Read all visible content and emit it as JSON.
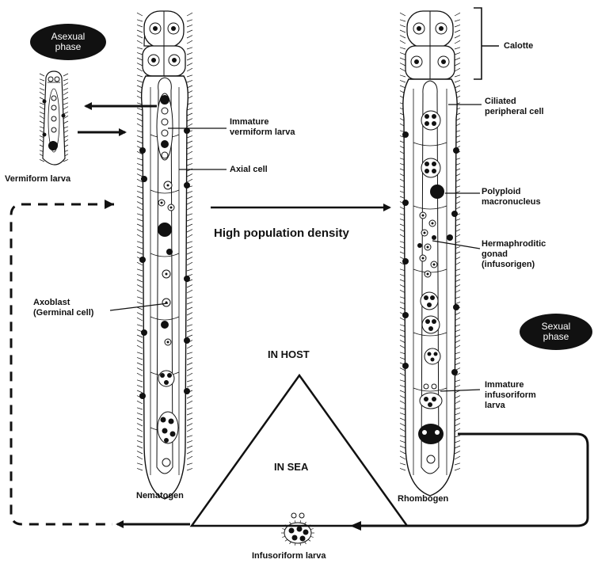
{
  "phase_badges": {
    "asexual_line1": "Asexual",
    "asexual_line2": "phase",
    "sexual_line1": "Sexual",
    "sexual_line2": "phase"
  },
  "stages": {
    "vermiform_larva": "Vermiform larva",
    "nematogen": "Nematogen",
    "rhombogen": "Rhombogen",
    "infusoriform_larva": "Infusoriform larva"
  },
  "nematogen_labels": {
    "immature_vermiform_line1": "Immature",
    "immature_vermiform_line2": "vermiform larva",
    "axial_cell": "Axial cell",
    "axoblast_line1": "Axoblast",
    "axoblast_line2": "(Germinal cell)"
  },
  "rhombogen_labels": {
    "calotte": "Calotte",
    "ciliated_line1": "Ciliated",
    "ciliated_line2": "peripheral cell",
    "polyploid_line1": "Polyploid",
    "polyploid_line2": "macronucleus",
    "herm_line1": "Hermaphroditic",
    "herm_line2": "gonad",
    "herm_line3": "(infusorigen)",
    "immature_inf_line1": "Immature",
    "immature_inf_line2": "infusoriform",
    "immature_inf_line3": "larva"
  },
  "transition": "High population density",
  "environment": {
    "host": "IN HOST",
    "sea": "IN SEA"
  },
  "colors": {
    "ink": "#111111",
    "cell_fill": "#ffffff",
    "badge_fill": "#111111",
    "badge_text": "#ffffff"
  }
}
